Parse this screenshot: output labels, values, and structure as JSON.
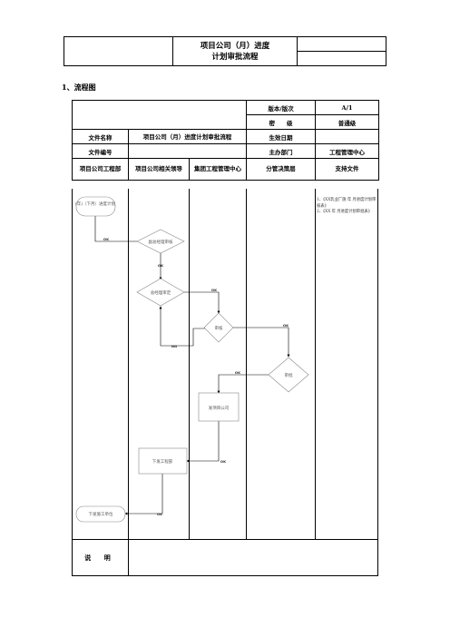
{
  "header": {
    "title_line1": "项目公司（月）进度",
    "title_line2": "计划审批流程"
  },
  "section_title": "1、流程图",
  "meta": {
    "version_label": "版本/版次",
    "version_value": "A/1",
    "secret_label": "密　　级",
    "secret_value": "普通级",
    "file_name_label": "文件名称",
    "file_name_value": "项目公司（月）进度计划审批流程",
    "effective_date_label": "生效日期",
    "effective_date_value": "",
    "file_no_label": "文件编号",
    "file_no_value": "",
    "dept_label": "主办部门",
    "dept_value": "工程管理中心"
  },
  "lanes": [
    "项目公司工程部",
    "项目公司相关领导",
    "集团工程管理中心",
    "分管决策层",
    "支持文件"
  ],
  "nodes": {
    "start": "(年)（下月）进度计划",
    "vp_review": "副总经理审核",
    "gm_review": "总经理审定",
    "center_review": "审核",
    "sign": "审批",
    "release_to_company": "发项目公司",
    "issue_to_dept": "下发工程部",
    "issue_to_unit": "下发施工单位"
  },
  "arrow_labels": {
    "ok": "OK",
    "ng": "NG"
  },
  "support_files": [
    "1、《XX乳业厂施  年  月进度计划审核表》",
    "2、《XX  年  月进度计划审批表》"
  ],
  "note_label": "说 明",
  "note_value": ""
}
